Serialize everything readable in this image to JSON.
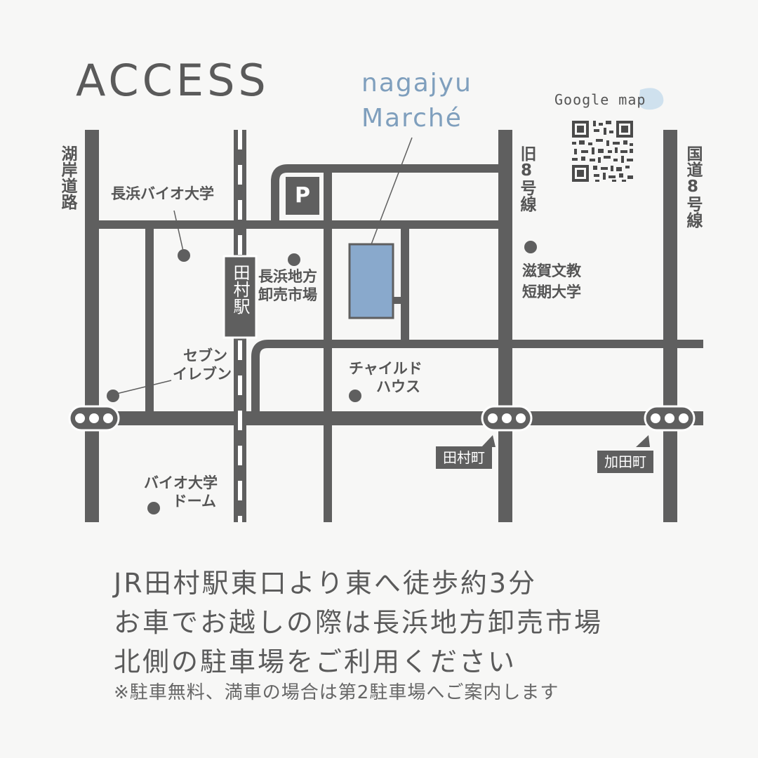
{
  "title": "ACCESS",
  "brand": {
    "line1": "nagajyu",
    "line2": "Marché"
  },
  "google_map_label": "Google map",
  "parking_label": "P",
  "roads": {
    "kogan": "湖岸道路",
    "kyu8": "旧8号線",
    "kokudo8": "国道8号線"
  },
  "station": "田村駅",
  "landmarks": {
    "bio_univ": "長浜バイオ大学",
    "market_l1": "長浜地方",
    "market_l2": "卸売市場",
    "shiga_l1": "滋賀文教",
    "shiga_l2": "短期大学",
    "seven_l1": "セブン",
    "seven_l2": "イレブン",
    "child_l1": "チャイルド",
    "child_l2": "ハウス",
    "dome_l1": "バイオ大学",
    "dome_l2": "ドーム"
  },
  "intersections": {
    "tamura": "田村町",
    "kada": "加田町"
  },
  "info": {
    "line1": "JR田村駅東口より東へ徒歩約3分",
    "line2": "お車でお越しの際は長浜地方卸売市場",
    "line3": "北側の駐車場をご利用ください",
    "note": "※駐車無料、満車の場合は第2駐車場へご案内します"
  },
  "colors": {
    "road": "#5f5f5f",
    "building": "#89a9cc",
    "accent": "#7f9fbd",
    "bubble": "#cfe1ee",
    "background": "#f7f7f6"
  }
}
